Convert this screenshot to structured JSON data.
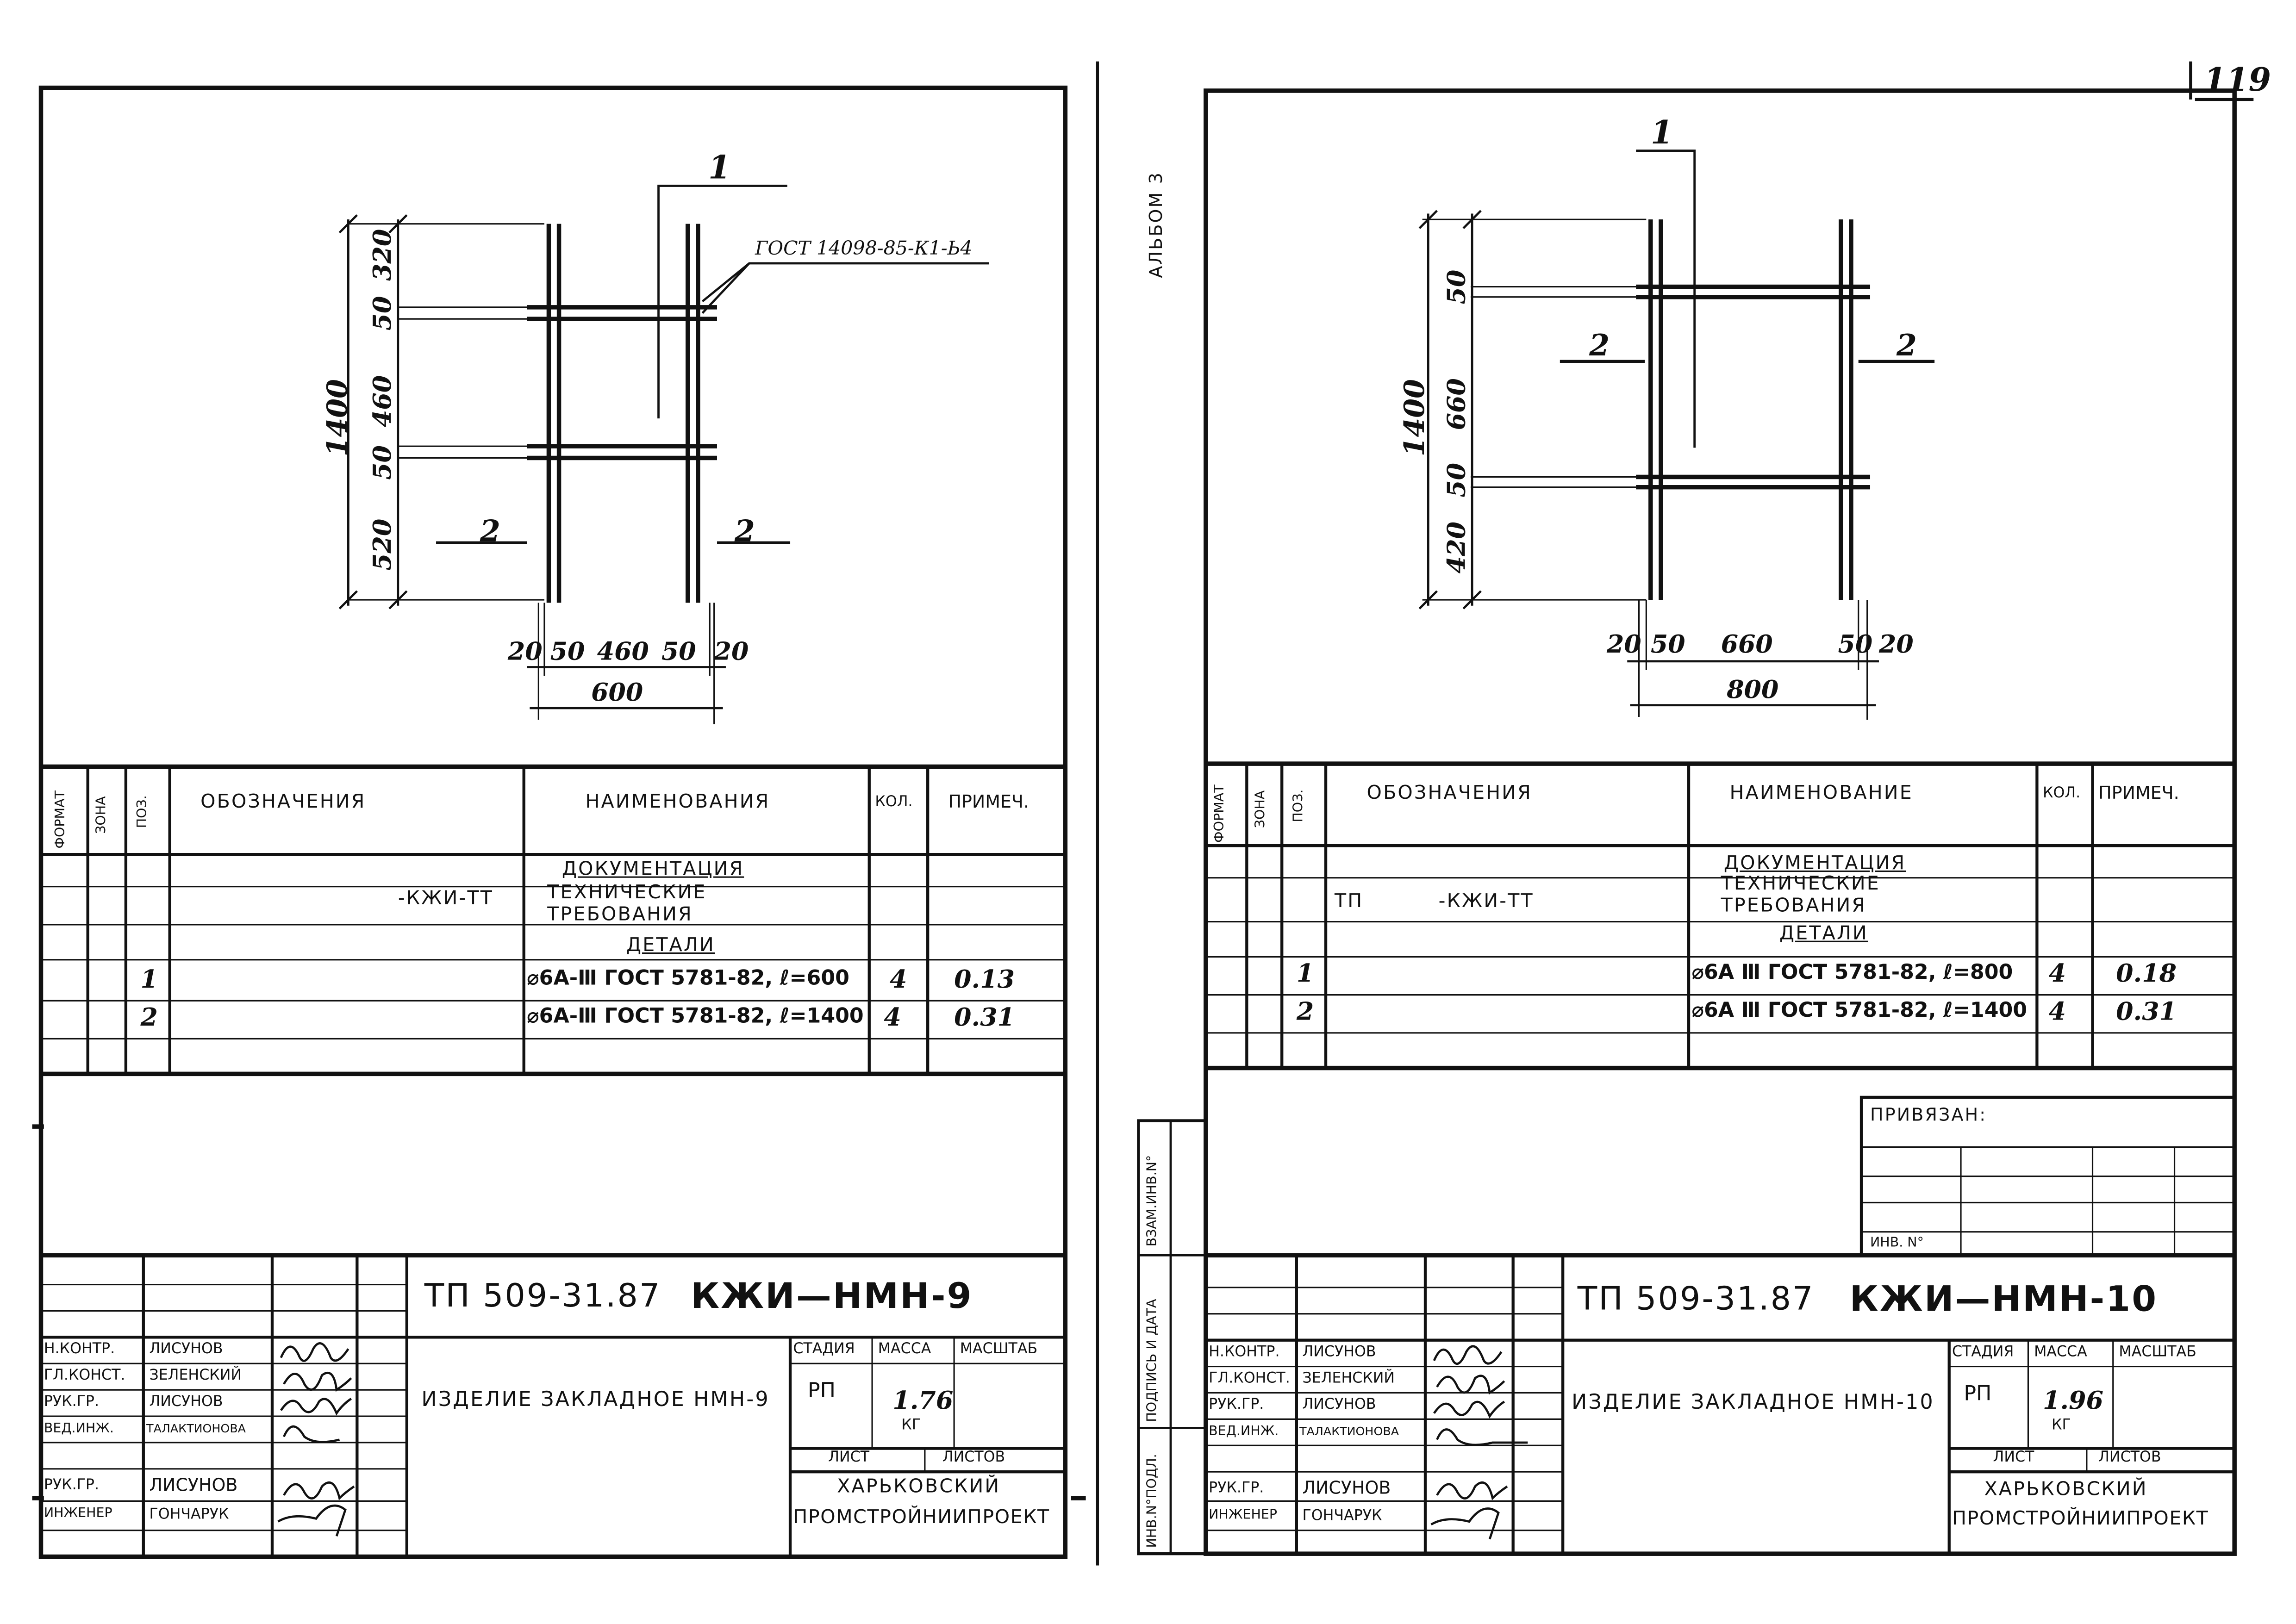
{
  "page_number": "119",
  "album_label": "АЛЬБОМ 3",
  "left_sheet": {
    "drawing": {
      "leader_pos1": "1",
      "gost_note": "ГОСТ 14098-85-К1-Ь4",
      "pos2_left": "2",
      "pos2_right": "2",
      "dim_total_height": "1400",
      "dims_vertical": [
        "320",
        "50",
        "460",
        "50",
        "520"
      ],
      "dims_horizontal": [
        "20",
        "50",
        "460",
        "50",
        "20"
      ],
      "dim_total_width": "600"
    },
    "spec": {
      "headers": {
        "format": "ФОРМАТ",
        "zone": "ЗОНА",
        "pos": "ПОЗ.",
        "designation": "ОБОЗНАЧЕНИЯ",
        "name": "НАИМЕНОВАНИЯ",
        "qty": "КОЛ.",
        "note": "ПРИМЕЧ."
      },
      "rows": [
        {
          "pos": "",
          "designation": "",
          "name": "ДОКУМЕНТАЦИЯ",
          "qty": "",
          "note": ""
        },
        {
          "pos": "",
          "designation": "-КЖИ-ТТ",
          "name": "ТЕХНИЧЕСКИЕ ТРЕБОВАНИЯ",
          "qty": "",
          "note": ""
        },
        {
          "pos": "",
          "designation": "",
          "name": "ДЕТАЛИ",
          "qty": "",
          "note": ""
        },
        {
          "pos": "1",
          "designation": "",
          "name": "⌀6А-Ⅲ ГОСТ 5781-82, ℓ=600",
          "qty": "4",
          "note": "0.13"
        },
        {
          "pos": "2",
          "designation": "",
          "name": "⌀6А-Ⅲ ГОСТ 5781-82, ℓ=1400",
          "qty": "4",
          "note": "0.31"
        }
      ]
    },
    "title_block": {
      "doc_code": "ТП 509-31.87",
      "doc_mark": "КЖИ—НМН-9",
      "product_name": "ИЗДЕЛИЕ ЗАКЛАДНОЕ НМН-9",
      "people": [
        {
          "role": "Н.КОНТР.",
          "name": "ЛИСУНОВ"
        },
        {
          "role": "ГЛ.КОНСТ.",
          "name": "ЗЕЛЕНСКИЙ"
        },
        {
          "role": "РУК.ГР.",
          "name": "ЛИСУНОВ"
        },
        {
          "role": "ВЕД.ИНЖ.",
          "name": "ТАЛАКТИОНОВА"
        },
        {
          "role": "РУК.ГР.",
          "name": "ЛИСУНОВ"
        },
        {
          "role": "ИНЖЕНЕР",
          "name": "ГОНЧАРУК"
        }
      ],
      "stage_label": "СТАДИЯ",
      "mass_label": "МАССА",
      "scale_label": "МАСШТАБ",
      "stage": "РП",
      "mass": "1.76",
      "mass_unit": "КГ",
      "sheet_label": "ЛИСТ",
      "sheets_label": "ЛИСТОВ",
      "org_line1": "ХАРЬКОВСКИЙ",
      "org_line2": "ПРОМСТРОЙНИИПРОЕКТ"
    }
  },
  "right_sheet": {
    "drawing": {
      "leader_pos1": "1",
      "pos2_left": "2",
      "pos2_right": "2",
      "dim_total_height": "1400",
      "dims_vertical": [
        "50",
        "660",
        "50",
        "420"
      ],
      "dims_horizontal": [
        "20",
        "50",
        "660",
        "50",
        "20"
      ],
      "dim_total_width": "800"
    },
    "spec": {
      "headers": {
        "format": "ФОРМАТ",
        "zone": "ЗОНА",
        "pos": "ПОЗ.",
        "designation": "ОБОЗНАЧЕНИЯ",
        "name": "НАИМЕНОВАНИЕ",
        "qty": "КОЛ.",
        "note": "ПРИМЕЧ."
      },
      "rows": [
        {
          "pos": "",
          "designation": "",
          "name": "ДОКУМЕНТАЦИЯ",
          "qty": "",
          "note": ""
        },
        {
          "pos": "",
          "designation": "ТП          -КЖИ-ТТ",
          "name": "ТЕХНИЧЕСКИЕ ТРЕБОВАНИЯ",
          "qty": "",
          "note": ""
        },
        {
          "pos": "",
          "designation": "",
          "name": "ДЕТАЛИ",
          "qty": "",
          "note": ""
        },
        {
          "pos": "1",
          "designation": "",
          "name": "⌀6А Ⅲ ГОСТ 5781-82, ℓ=800",
          "qty": "4",
          "note": "0.18"
        },
        {
          "pos": "2",
          "designation": "",
          "name": "⌀6А Ⅲ ГОСТ 5781-82, ℓ=1400",
          "qty": "4",
          "note": "0.31"
        }
      ]
    },
    "binding": {
      "title": "ПРИВЯЗАН:",
      "inv": "ИНВ. N°"
    },
    "side_stamps": [
      "ИНВ.N°ПОДЛ.",
      "ПОДПИСЬ И ДАТА",
      "ВЗАМ.ИНВ.N°"
    ],
    "title_block": {
      "doc_code": "ТП 509-31.87",
      "doc_mark": "КЖИ—НМН-10",
      "product_name": "ИЗДЕЛИЕ ЗАКЛАДНОЕ НМН-10",
      "people": [
        {
          "role": "Н.КОНТР.",
          "name": "ЛИСУНОВ"
        },
        {
          "role": "ГЛ.КОНСТ.",
          "name": "ЗЕЛЕНСКИЙ"
        },
        {
          "role": "РУК.ГР.",
          "name": "ЛИСУНОВ"
        },
        {
          "role": "ВЕД.ИНЖ.",
          "name": "ТАЛАКТИОНОВА"
        },
        {
          "role": "РУК.ГР.",
          "name": "ЛИСУНОВ"
        },
        {
          "role": "ИНЖЕНЕР",
          "name": "ГОНЧАРУК"
        }
      ],
      "stage_label": "СТАДИЯ",
      "mass_label": "МАССА",
      "scale_label": "МАСШТАБ",
      "stage": "РП",
      "mass": "1.96",
      "mass_unit": "КГ",
      "sheet_label": "ЛИСТ",
      "sheets_label": "ЛИСТОВ",
      "org_line1": "ХАРЬКОВСКИЙ",
      "org_line2": "ПРОМСТРОЙНИИПРОЕКТ"
    }
  }
}
